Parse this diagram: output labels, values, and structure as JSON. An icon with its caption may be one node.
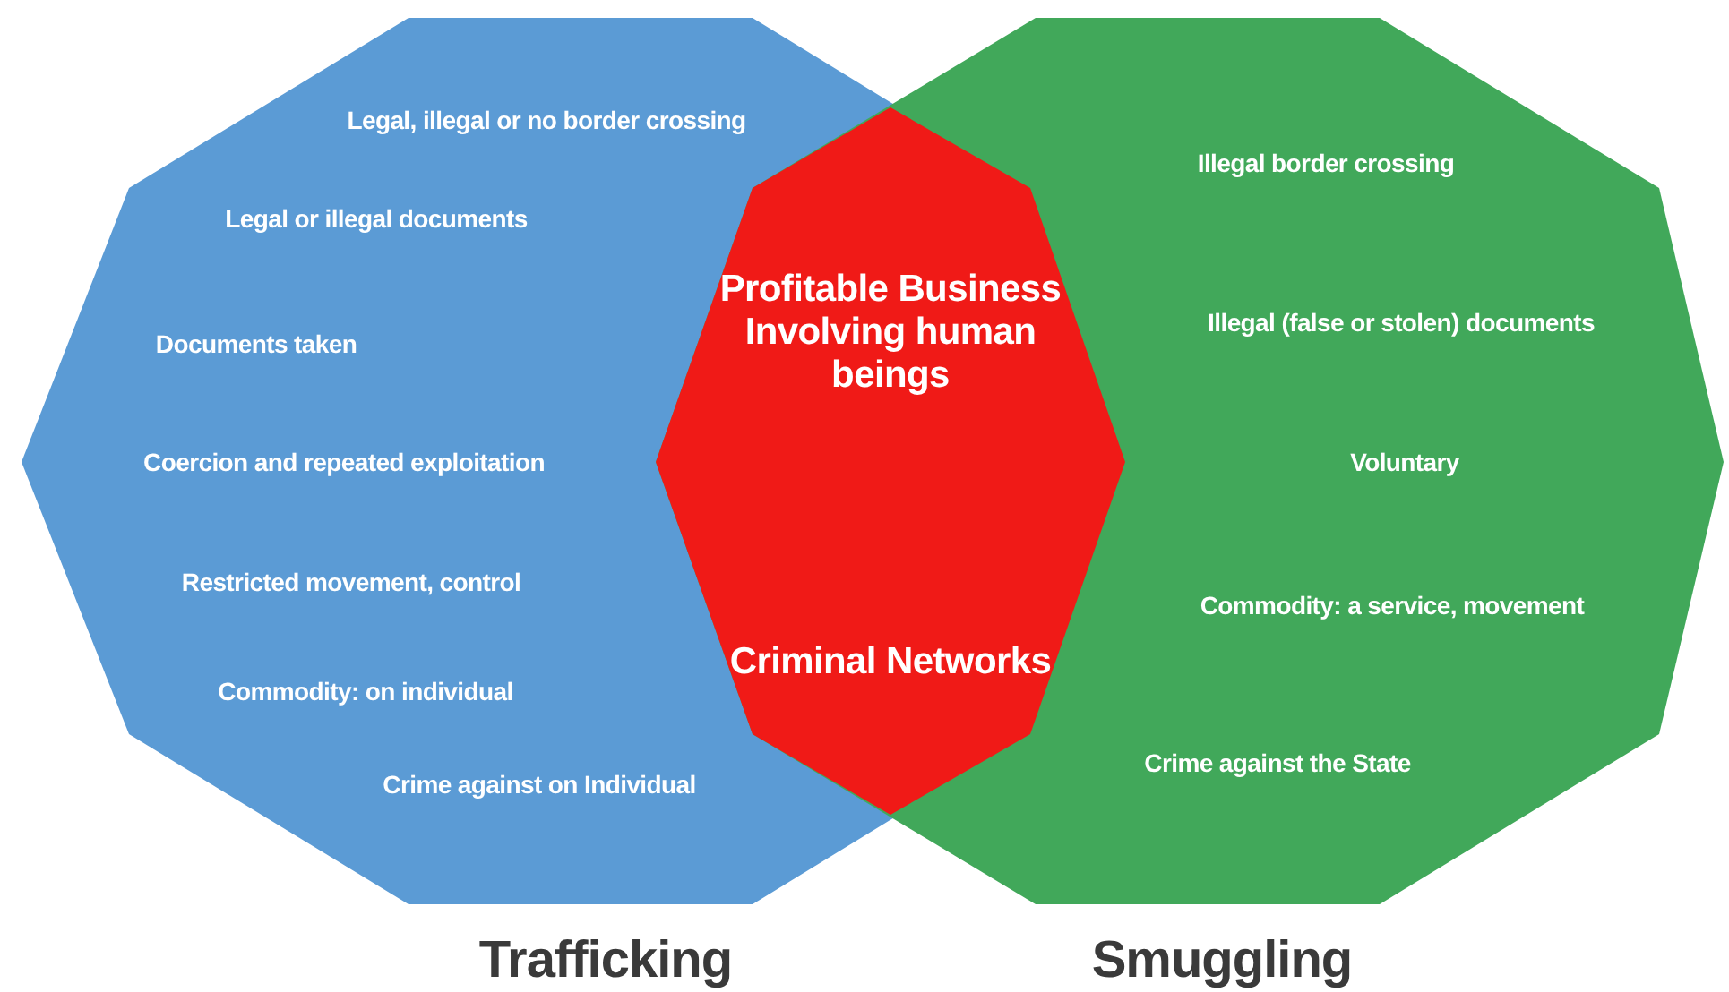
{
  "diagram": {
    "nodes": [
      {
        "text": [
          "Legal, illegal or no border crossing",
          "Legal or illegal documents",
          "Documents taken",
          "Coercion and repeated exploitation",
          "Restricted movement, control",
          "Commodity: on individual",
          "Crime against on **Individual**",
          "Trafficking"
        ]
      },
      {
        "text": [
          "Illegal border crossing",
          "Illegal (false or stolen) documents",
          "Voluntary",
          "Commodity: a service, movement",
          "Crime against the **State**",
          "Smuggling"
        ]
      },
      {
        "text": [
          "Profitable Business Involving human beings",
          "Criminal Networks"
        ]
      }
    ]
  }
}
